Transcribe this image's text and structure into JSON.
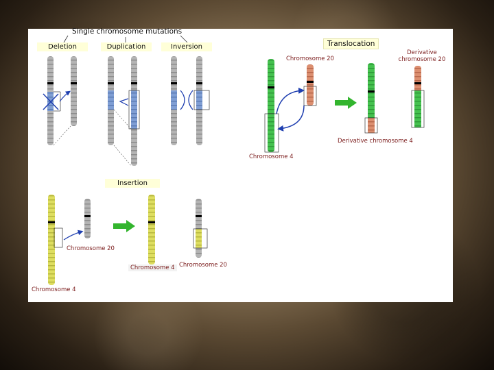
{
  "title": "Single chromosome mutations",
  "sections": {
    "deletion": "Deletion",
    "duplication": "Duplication",
    "inversion": "Inversion",
    "translocation": "Translocation",
    "insertion": "Insertion"
  },
  "labels": {
    "chromosome_20_translocation": "Chromosome 20",
    "chromosome_4_translocation": "Chromosome 4",
    "derivative_chromosome_20": "Derivative chromosome 20",
    "derivative_chromosome_4": "Derivative chromosome 4",
    "chromosome_20_insertion": "Chromosome 20",
    "chromosome_4_insertion_left": "Chromosome 4",
    "chromosome_4_insertion_result": "Chromosome 4",
    "chromosome_20_insertion_result": "Chromosome 20"
  },
  "colors": {
    "gray": "#9a9a9a",
    "blue_segment": "#6f8fc6",
    "green": "#3fbf4a",
    "salmon": "#d9896b",
    "yellow": "#d8d858",
    "arrow_blue": "#1f3fb0",
    "arrow_green": "#33b52e"
  }
}
